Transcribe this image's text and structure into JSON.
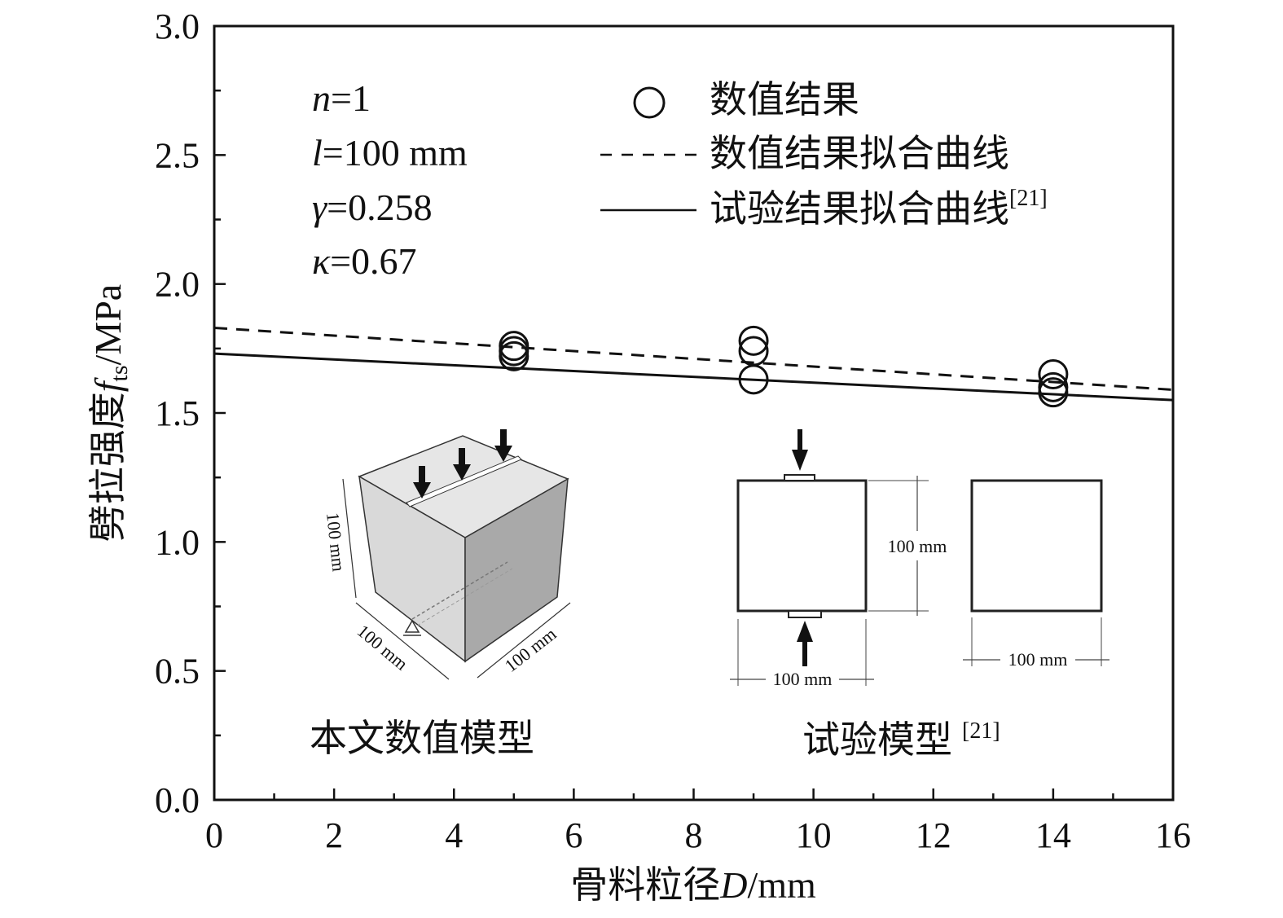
{
  "chart_data": {
    "type": "scatter",
    "xlabel": {
      "main": "骨料粒径",
      "var": "D",
      "unit": "/mm"
    },
    "ylabel": {
      "main": "劈拉强度",
      "var": "f",
      "sub": "ts",
      "unit": "/MPa"
    },
    "xlim": [
      0,
      16
    ],
    "ylim": [
      0,
      3.0
    ],
    "x_ticks": [
      "0",
      "2",
      "4",
      "6",
      "8",
      "10",
      "12",
      "14",
      "16"
    ],
    "y_ticks": [
      "0.0",
      "0.5",
      "1.0",
      "1.5",
      "2.0",
      "2.5",
      "3.0"
    ],
    "grid": false,
    "series": [
      {
        "name": "数值结果",
        "style": "open-circle",
        "x": [
          5,
          5,
          5,
          9,
          9,
          9,
          14,
          14,
          14
        ],
        "y": [
          1.76,
          1.74,
          1.72,
          1.78,
          1.74,
          1.63,
          1.65,
          1.6,
          1.58
        ]
      },
      {
        "name": "数值结果拟合曲线",
        "style": "dashed-line",
        "x": [
          0,
          16
        ],
        "y": [
          1.83,
          1.59
        ]
      },
      {
        "name": "试验结果拟合曲线",
        "ref": "[21]",
        "style": "solid-line",
        "x": [
          0,
          16
        ],
        "y": [
          1.73,
          1.55
        ]
      }
    ],
    "params": [
      {
        "sym": "n",
        "val": "=1"
      },
      {
        "sym": "l",
        "val": "=100 mm"
      },
      {
        "sym": "γ",
        "val": "=0.258"
      },
      {
        "sym": "κ",
        "val": "=0.67"
      }
    ],
    "legend_position": "top-right",
    "insets": {
      "numerical": {
        "caption": "本文数值模型",
        "dims": [
          "100 mm",
          "100 mm",
          "100 mm"
        ]
      },
      "experimental": {
        "caption": "试验模型",
        "ref": "[21]",
        "dims": [
          "100 mm",
          "100 mm",
          "100 mm"
        ]
      }
    }
  }
}
